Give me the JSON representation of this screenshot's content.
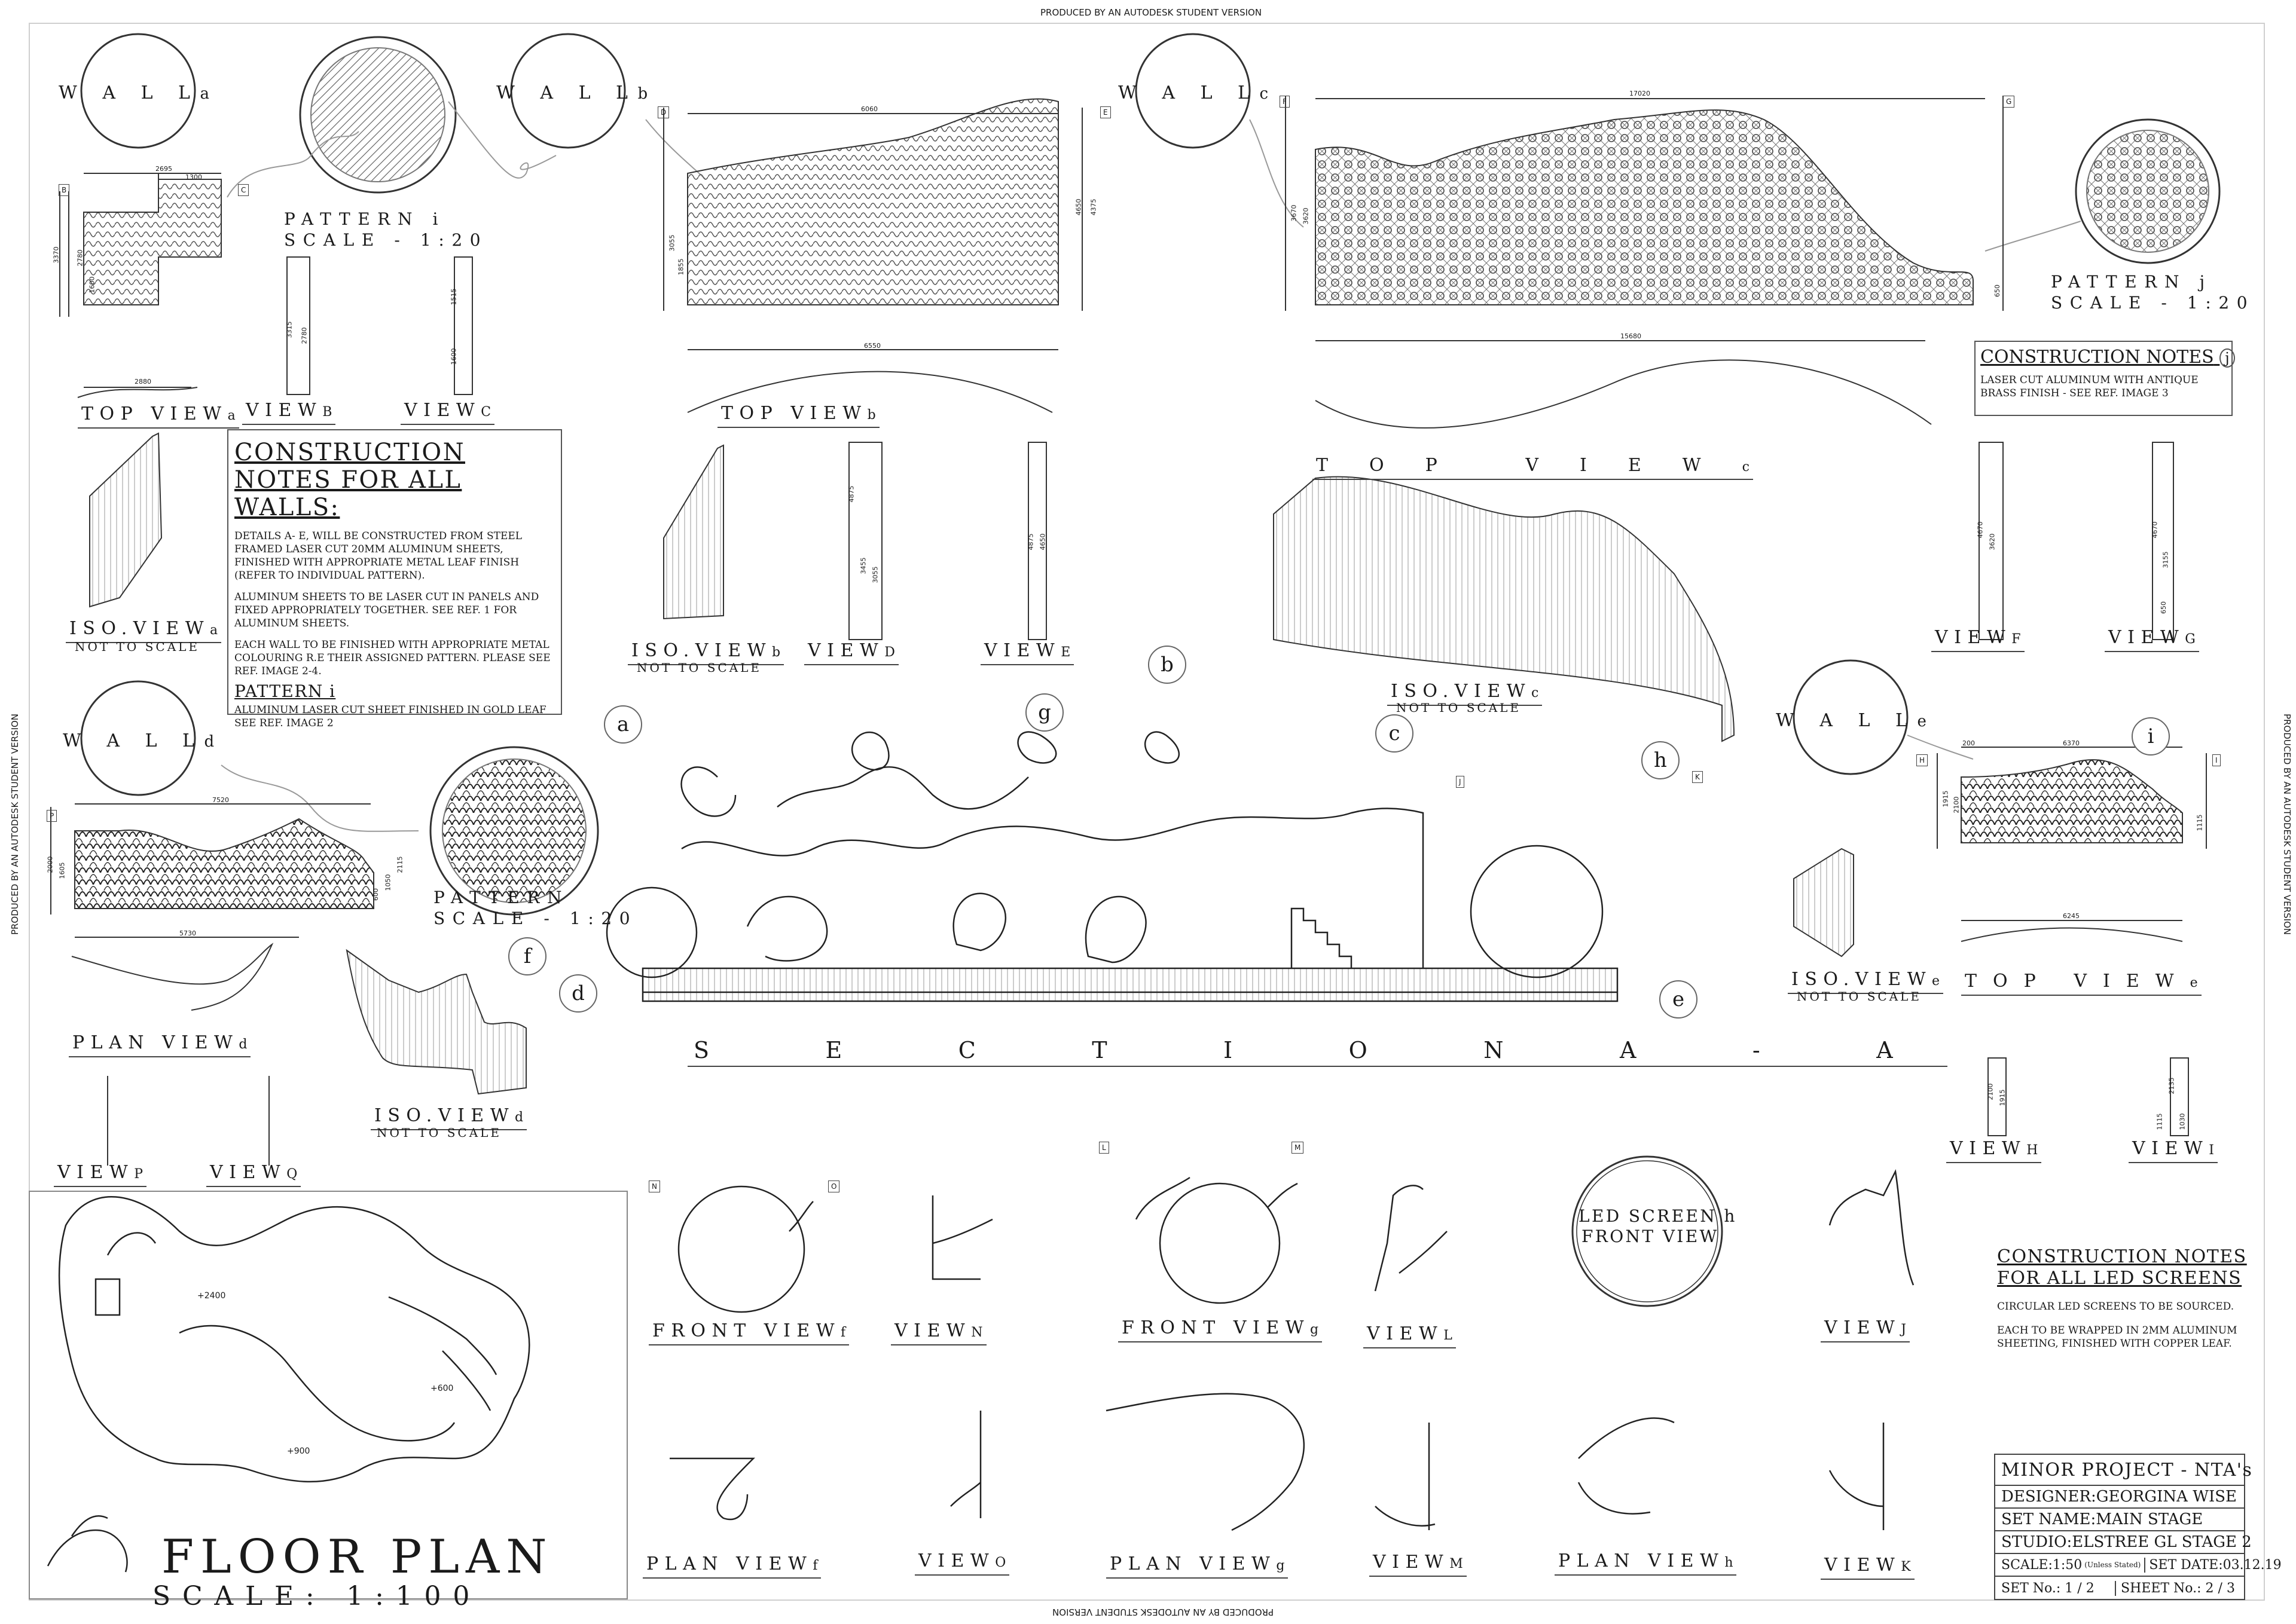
{
  "watermark": {
    "top": "PRODUCED BY AN AUTODESK STUDENT VERSION",
    "bottom": "PRODUCED BY AN AUTODESK STUDENT VERSION",
    "left": "PRODUCED BY AN AUTODESK STUDENT VERSION",
    "right": "PRODUCED BY AN AUTODESK STUDENT VERSION"
  },
  "walls": {
    "a": {
      "title": "W A L L",
      "letter": "a"
    },
    "b": {
      "title": "W A L L",
      "letter": "b"
    },
    "c": {
      "title": "W A L L",
      "letter": "c"
    },
    "d": {
      "title": "W A L L",
      "letter": "d"
    },
    "e": {
      "title": "W A L L",
      "letter": "e"
    }
  },
  "patterns": {
    "i": {
      "title": "PATTERN i",
      "scale": "SCALE - 1:20"
    },
    "n": {
      "title": "PATTERN",
      "scale": "SCALE - 1:20"
    },
    "j": {
      "title": "PATTERN j",
      "scale": "SCALE - 1:20"
    }
  },
  "dims": {
    "a_top": "2695",
    "a_top2": "1300",
    "a_h1": "3370",
    "a_h2": "2780",
    "a_h3": "1600",
    "a_plan": "2880",
    "b_view_h1": "3315",
    "b_view_h2": "2780",
    "c_view_h1": "1515",
    "c_view_h2": "1600",
    "b_width": "6060",
    "b_h1": "3055",
    "b_h2": "1855",
    "b_h3": "4650",
    "b_h4": "4375",
    "b_top": "6550",
    "bd_h1": "4875",
    "bd_h2": "3455",
    "bd_h3": "3055",
    "be_h1": "4875",
    "be_h2": "4650",
    "c_width": "17020",
    "c_h1": "3670",
    "c_h2": "3620",
    "c_h3": "650",
    "c_top": "15680",
    "cf_h1": "4670",
    "cf_h2": "3620",
    "cg_h1": "4670",
    "cg_h2": "3155",
    "cg_h3": "650",
    "d_width": "7520",
    "d_h1": "2000",
    "d_h2": "1605",
    "d_h3": "2115",
    "d_h4": "1050",
    "d_h5": "600",
    "d_plan": "5730",
    "e_width": "6370",
    "e_left": "200",
    "e_h1": "1915",
    "e_h2": "2100",
    "e_h3": "1115",
    "e_top": "6245",
    "eh_h1": "2100",
    "eh_h2": "1915",
    "ei_h1": "2135",
    "ei_h2": "1115",
    "ei_h3": "1030"
  },
  "labels": {
    "top_view_a": {
      "text": "TOP VIEW",
      "sub": "a"
    },
    "view_b": {
      "text": "VIEW",
      "sub": "B"
    },
    "view_c": {
      "text": "VIEW",
      "sub": "C"
    },
    "iso_view_a": {
      "text": "ISO.VIEW",
      "sub": "a",
      "note": "NOT TO SCALE"
    },
    "top_view_b": {
      "text": "TOP VIEW",
      "sub": "b"
    },
    "iso_view_b": {
      "text": "ISO.VIEW",
      "sub": "b",
      "note": "NOT TO SCALE"
    },
    "view_d": {
      "text": "VIEW",
      "sub": "D"
    },
    "view_e": {
      "text": "VIEW",
      "sub": "E"
    },
    "top_view_c": {
      "text": "TOP VIEW",
      "sub": "c"
    },
    "iso_view_c": {
      "text": "ISO.VIEW",
      "sub": "c",
      "note": "NOT TO SCALE"
    },
    "view_f": {
      "text": "VIEW",
      "sub": "F"
    },
    "view_g": {
      "text": "VIEW",
      "sub": "G"
    },
    "plan_view_d": {
      "text": "PLAN VIEW",
      "sub": "d"
    },
    "iso_view_d": {
      "text": "ISO.VIEW",
      "sub": "d",
      "note": "NOT TO SCALE"
    },
    "view_p": {
      "text": "VIEW",
      "sub": "P"
    },
    "view_q": {
      "text": "VIEW",
      "sub": "Q"
    },
    "iso_view_e": {
      "text": "ISO.VIEW",
      "sub": "e",
      "note": "NOT TO SCALE"
    },
    "top_view_e": {
      "text": "TOP VIEW",
      "sub": "e"
    },
    "view_h": {
      "text": "VIEW",
      "sub": "H"
    },
    "view_i": {
      "text": "VIEW",
      "sub": "I"
    },
    "section": "S E C T I O N   A - A",
    "front_view_f": {
      "text": "FRONT VIEW",
      "sub": "f"
    },
    "view_n": {
      "text": "VIEW",
      "sub": "N"
    },
    "front_view_g": {
      "text": "FRONT VIEW",
      "sub": "g"
    },
    "view_l": {
      "text": "VIEW",
      "sub": "L"
    },
    "led_front": {
      "line1": "LED SCREEN",
      "sub": "h",
      "line2": "FRONT VIEW"
    },
    "view_j": {
      "text": "VIEW",
      "sub": "J"
    },
    "plan_view_f": {
      "text": "PLAN VIEW",
      "sub": "f"
    },
    "view_o": {
      "text": "VIEW",
      "sub": "O"
    },
    "plan_view_g": {
      "text": "PLAN VIEW",
      "sub": "g"
    },
    "view_m": {
      "text": "VIEW",
      "sub": "M"
    },
    "plan_view_h": {
      "text": "PLAN VIEW",
      "sub": "h"
    },
    "view_k": {
      "text": "VIEW",
      "sub": "K"
    }
  },
  "notes_walls": {
    "title": "CONSTRUCTION   NOTES FOR ALL WALLS:",
    "p1": "DETAILS a- e, WILL BE CONSTRUCTED FROM STEEL FRAMED LASER CUT 20mm ALUMINUM SHEETS, FINISHED WITH APPROPRIATE METAL LEAF FINISH (REFER TO INDIVIDUAL PATTERN).",
    "p2": "ALUMINUM SHEETS TO BE LASER CUT IN PANELS AND FIXED APPROPRIATELY TOGETHER. SEE REF. 1 FOR ALUMINUM SHEETS.",
    "p3": "EACH WALL TO BE FINISHED WITH APPROPRIATE METAL COLOURING R.E THEIR ASSIGNED PATTERN. PLEASE SEE REF. IMAGE 2-4.",
    "pattern_title": "PATTERN i",
    "pattern_text": "ALUMINUM LASER CUT SHEET FINISHED IN GOLD LEAF SEE REF. IMAGE 2"
  },
  "notes_j": {
    "title": "CONSTRUCTION NOTES",
    "letter": "j",
    "text": "LASER CUT ALUMINUM WITH ANTIQUE BRASS FINISH - SEE REF. IMAGE 3"
  },
  "notes_led": {
    "title": "CONSTRUCTION  NOTES FOR ALL LED SCREENS",
    "p1": "CIRCULAR LED SCREENS TO BE SOURCED.",
    "p2": "EACH TO BE WRAPPED IN 2MM ALUMINUM SHEETING, FINISHED WITH COPPER LEAF."
  },
  "callouts": [
    "a",
    "b",
    "c",
    "d",
    "e",
    "f",
    "g",
    "h",
    "i"
  ],
  "markers": [
    "B",
    "C",
    "D",
    "E",
    "F",
    "G",
    "H",
    "I",
    "J",
    "K",
    "L",
    "M",
    "N",
    "O",
    "P"
  ],
  "floor_plan": {
    "title": "FLOOR PLAN",
    "scale": "SCALE: 1:100",
    "levels": [
      "+2400",
      "+600",
      "+900"
    ]
  },
  "title_block": {
    "project": "MINOR PROJECT - NTA's",
    "designer": "DESIGNER:GEORGINA WISE",
    "set_name": "SET NAME:MAIN STAGE",
    "studio": "STUDIO:ELSTREE GL STAGE 2",
    "scale": "SCALE:1:50",
    "scale_note": "(Unless Stated)",
    "set_date": "SET DATE:03.12.19",
    "set_no": "SET No.: 1 / 2",
    "sheet_no": "SHEET No.: 2 / 3"
  }
}
